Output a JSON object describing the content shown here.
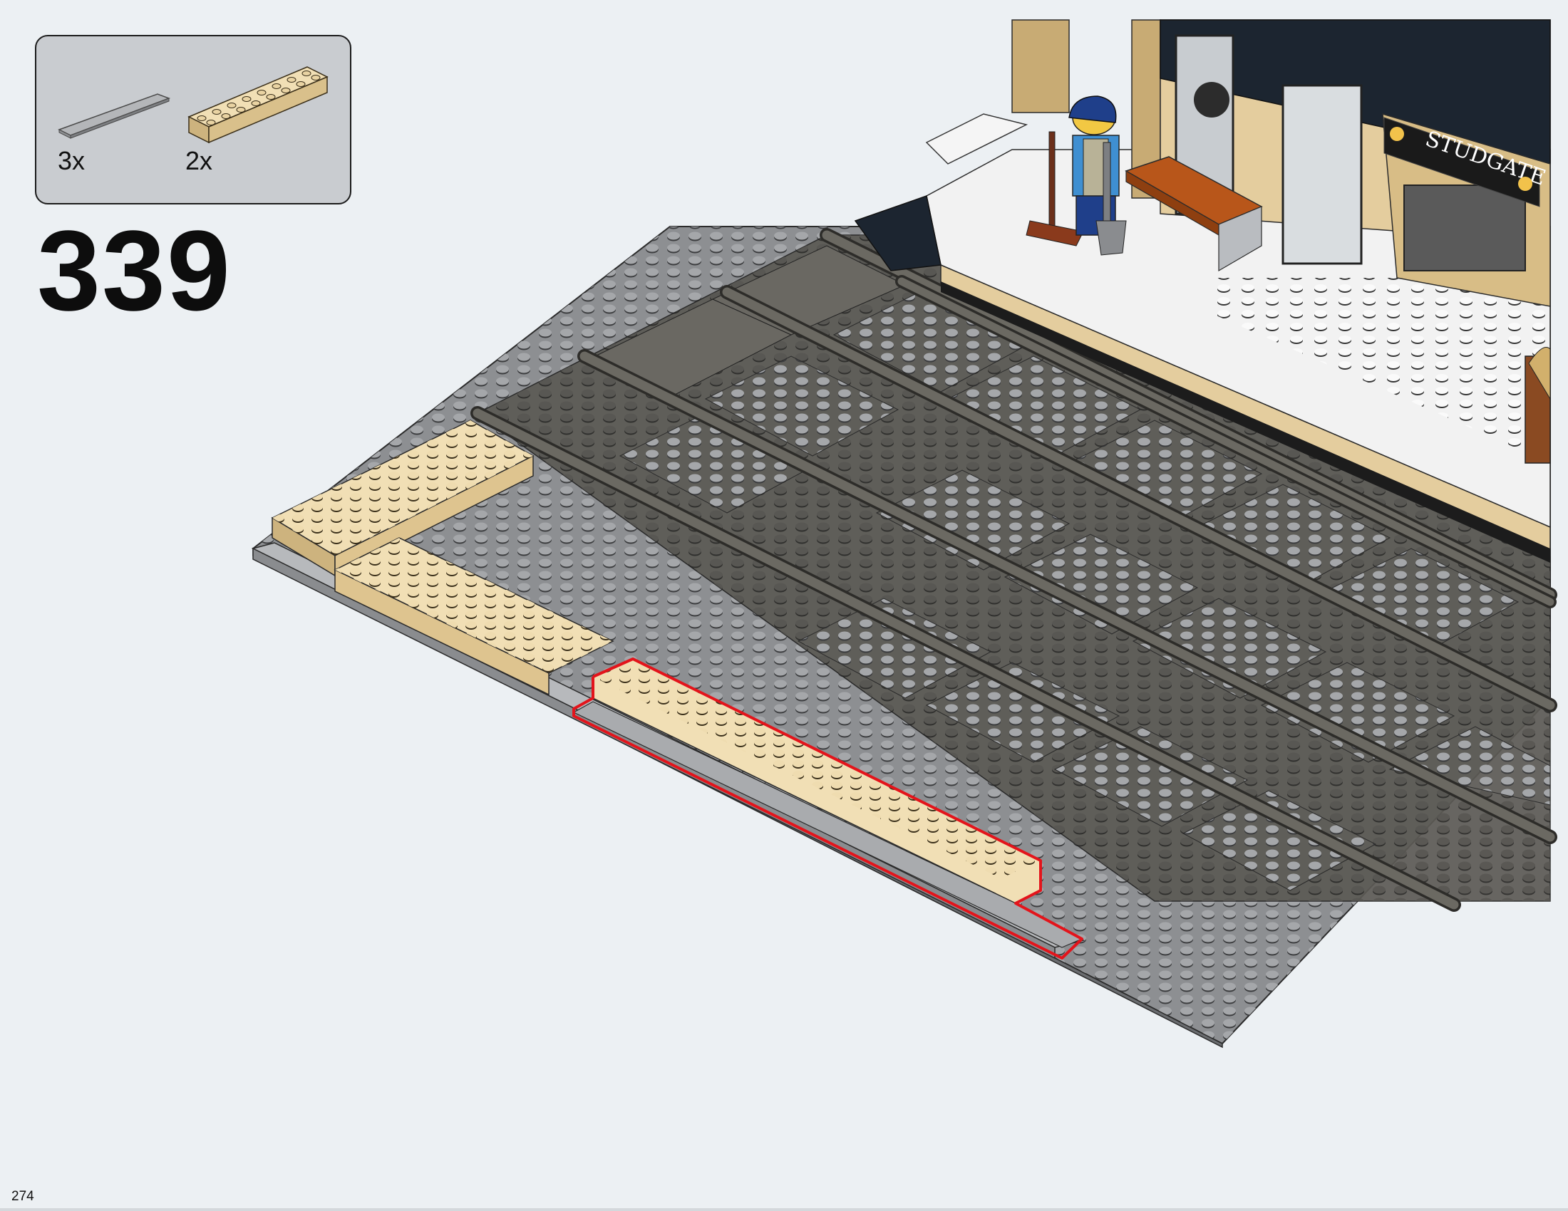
{
  "parts_callout": {
    "items": [
      {
        "name": "light gray tile 1x8",
        "quantity": "3x",
        "color": "#a7a9ac"
      },
      {
        "name": "tan brick 2x8",
        "quantity": "2x",
        "color": "#e4cd9e"
      }
    ]
  },
  "step": {
    "number": "339"
  },
  "page": {
    "number": "274"
  },
  "scene": {
    "station_sign": "STUDGATE",
    "colors": {
      "baseplate": "#9c9ea1",
      "track_bed": "#5c5a55",
      "rail": "#6b6962",
      "tan": "#e4cd9e",
      "platform": "#f2f2f2",
      "highlight": "#e3141b",
      "roof_dark": "#1c2530",
      "bench": "#b8561a",
      "figure_blue": "#3f8fd1"
    }
  }
}
